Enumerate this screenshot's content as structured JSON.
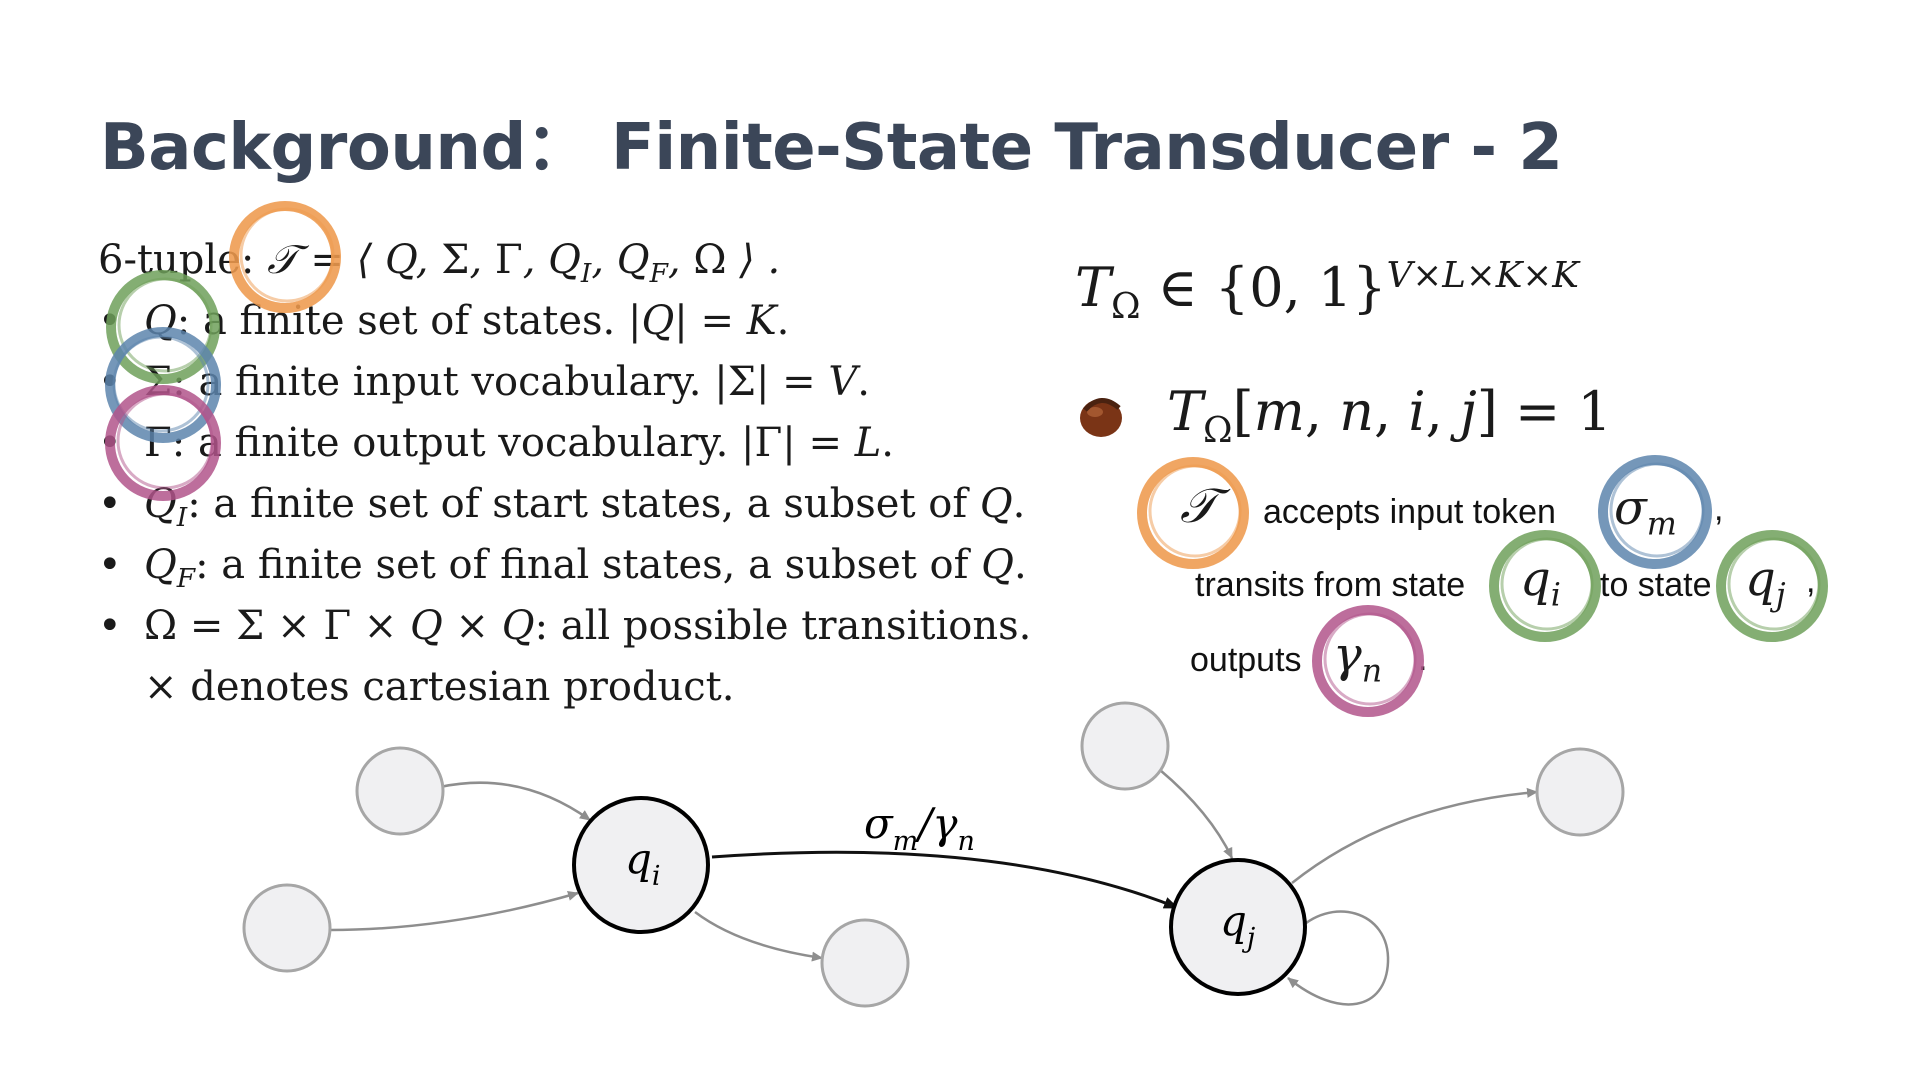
{
  "slide": {
    "title": "Background： Finite-State Transducer - 2"
  },
  "tuple": {
    "lead": "6-tuple: ",
    "T": "𝒯",
    "definition": " = ⟨ Q, Σ, Γ, Q_I, Q_F, Ω ⟩ ."
  },
  "bullets": [
    {
      "symbol": "Q",
      "text": ": a finite set of states. |Q| = K."
    },
    {
      "symbol": "Σ",
      "text": ": a finite input vocabulary. |Σ| = V."
    },
    {
      "symbol": "Γ",
      "text": ": a finite output vocabulary. |Γ| = L."
    },
    {
      "symbol": "Q_I",
      "text": ": a finite set of start states, a subset of Q."
    },
    {
      "symbol": "Q_F",
      "text": ": a finite set of final states, a subset of Q."
    },
    {
      "symbol": "Ω",
      "text": " = Σ × Γ × Q × Q: all possible transitions."
    }
  ],
  "cartesian_note": "× denotes cartesian product.",
  "right": {
    "tensor_def": "T_Ω ∈ {0, 1}^(V×L×K×K)",
    "tensor_entry": "T_Ω[m, n, i, j] = 1",
    "accepts_text": "accepts input token",
    "transits_text": "transits from state",
    "to_state_text": "to state",
    "outputs_text": "outputs",
    "sigma_m": "σ_m",
    "q_i": "q_i",
    "q_j": "q_j",
    "gamma_n": "γ_n"
  },
  "diagram": {
    "edge_label": "σ_m/γ_n",
    "node_qi": "q_i",
    "node_qj": "q_j"
  },
  "colors": {
    "title": "#3b4658",
    "orange": "#ee9a4d",
    "green": "#6fa05a",
    "blue": "#5d85ad",
    "purple": "#b1558b",
    "node_fill": "#f0f0f2",
    "node_stroke_gray": "#a6a6a6",
    "acorn": "#7a3416"
  },
  "icons": [
    "acorn-bullet-icon"
  ]
}
